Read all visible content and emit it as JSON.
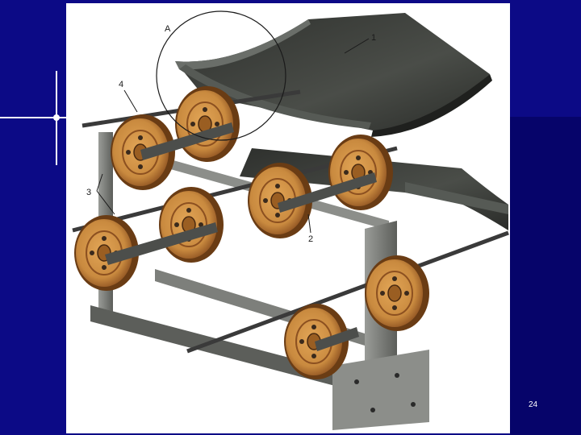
{
  "slide": {
    "page_number": "24",
    "colors": {
      "background": "#0c0a86",
      "background_dark": "#06046a",
      "sparkle": "#ffffff",
      "figure_bg": "#ffffff"
    }
  },
  "figure": {
    "callouts": {
      "detail": "A",
      "belt": "1",
      "frame": "2",
      "rollers": "3",
      "rope": "4"
    },
    "colors": {
      "belt": "#3b3d3a",
      "belt_edge": "#565a55",
      "wheel": "#c98a3f",
      "wheel_dark": "#6a3c14",
      "hub": "#9a5e22",
      "steel": "#7d7f7b",
      "steel_dark": "#4c4e4b",
      "rope": "#3a3a3a"
    }
  }
}
